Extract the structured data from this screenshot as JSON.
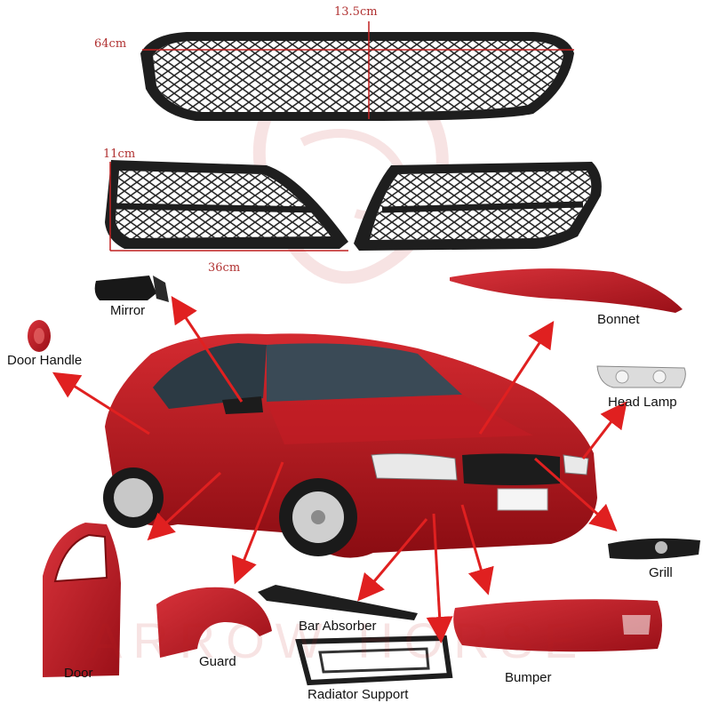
{
  "dimensions": {
    "width_top": "13.5cm",
    "length_top": "64cm",
    "height_side": "11cm",
    "length_side": "36cm"
  },
  "labels": {
    "mirror": "Mirror",
    "door_handle": "Door Handle",
    "bonnet": "Bonnet",
    "head_lamp": "Head Lamp",
    "grill": "Grill",
    "door": "Door",
    "guard": "Guard",
    "bar_absorber": "Bar Absorber",
    "radiator_support": "Radiator Support",
    "bumper": "Bumper"
  },
  "watermark": "ARROW HORSE",
  "colors": {
    "car_red": "#b0141c",
    "arrow_red": "#e02020",
    "grille_dark": "#2a2a2a",
    "dimension_red": "#b03030"
  }
}
